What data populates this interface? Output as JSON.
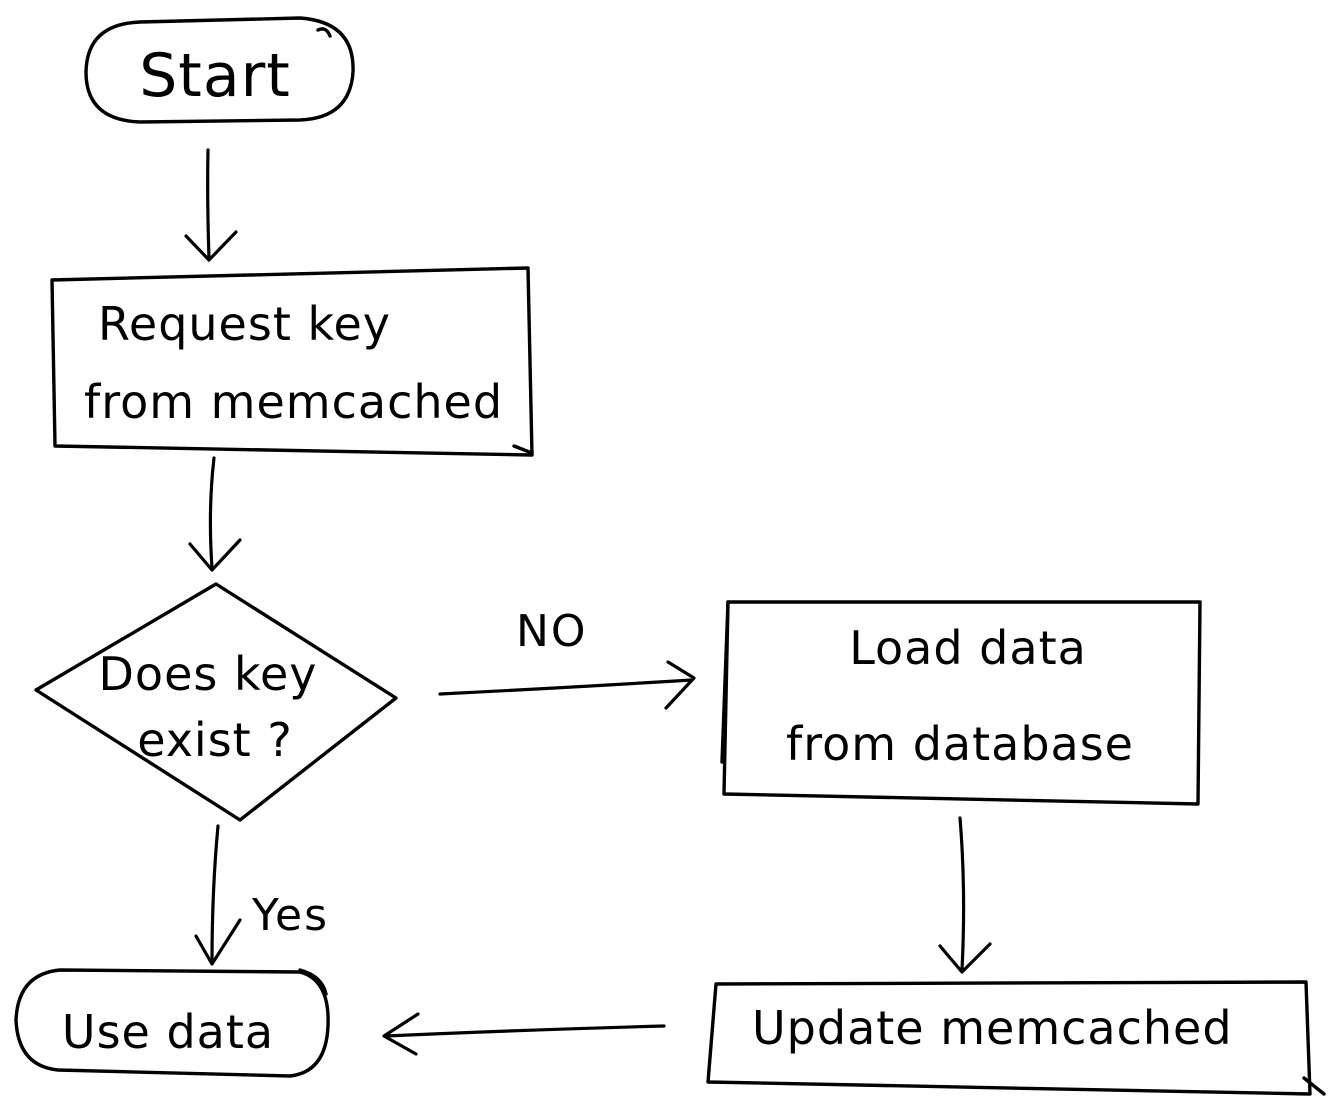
{
  "nodes": {
    "start": {
      "label": "Start"
    },
    "request": {
      "line1": "Request key",
      "line2": "from memcached"
    },
    "decision": {
      "line1": "Does key",
      "line2": "exist ?"
    },
    "load": {
      "line1": "Load data",
      "line2": "from database"
    },
    "update": {
      "label": "Update memcached"
    },
    "use": {
      "label": "Use data"
    }
  },
  "edges": {
    "no_label": "NO",
    "yes_label": "Yes"
  }
}
